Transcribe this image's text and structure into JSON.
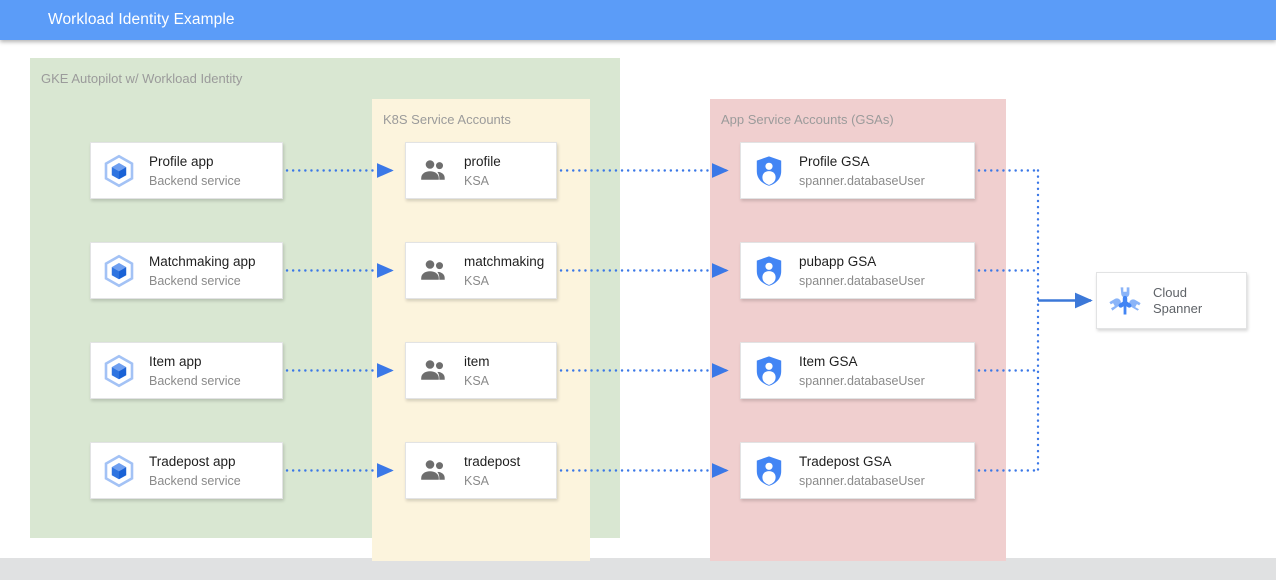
{
  "header": {
    "title": "Workload Identity Example",
    "bg_color": "#5b9cf8",
    "text_color": "#ffffff"
  },
  "groups": {
    "gke": {
      "label": "GKE Autopilot w/ Workload Identity",
      "color": "#d9e7d2"
    },
    "ksa": {
      "label": "K8S Service Accounts",
      "color": "#fcf4dd"
    },
    "gsa": {
      "label": "App Service Accounts (GSAs)",
      "color": "#f0cfcf"
    }
  },
  "apps": [
    {
      "title": "Profile app",
      "sub": "Backend service",
      "icon": "gke-app-icon"
    },
    {
      "title": "Matchmaking app",
      "sub": "Backend service",
      "icon": "gke-app-icon"
    },
    {
      "title": "Item app",
      "sub": "Backend service",
      "icon": "gke-app-icon"
    },
    {
      "title": "Tradepost app",
      "sub": "Backend service",
      "icon": "gke-app-icon"
    }
  ],
  "ksas": [
    {
      "title": "profile",
      "sub": "KSA",
      "icon": "people-icon"
    },
    {
      "title": "matchmaking",
      "sub": "KSA",
      "icon": "people-icon"
    },
    {
      "title": "item",
      "sub": "KSA",
      "icon": "people-icon"
    },
    {
      "title": "tradepost",
      "sub": "KSA",
      "icon": "people-icon"
    }
  ],
  "gsas": [
    {
      "title": "Profile GSA",
      "sub": "spanner.databaseUser",
      "icon": "shield-person-icon"
    },
    {
      "title": "pubapp GSA",
      "sub": "spanner.databaseUser",
      "icon": "shield-person-icon"
    },
    {
      "title": "Item GSA",
      "sub": "spanner.databaseUser",
      "icon": "shield-person-icon"
    },
    {
      "title": "Tradepost GSA",
      "sub": "spanner.databaseUser",
      "icon": "shield-person-icon"
    }
  ],
  "database": {
    "title": "Cloud\nSpanner",
    "title_line1": "Cloud",
    "title_line2": "Spanner",
    "icon": "cloud-spanner-icon"
  },
  "edges": {
    "style": "dotted",
    "color": "#3b78e7",
    "arrow_color": "#3b78e7",
    "solid_link_color": "#3c78d8",
    "app_to_ksa_count": 4,
    "ksa_to_gsa_count": 4,
    "gsa_to_bus_count": 4,
    "bus_to_spanner": 1
  },
  "colors": {
    "accent_blue": "#5b9cf8",
    "icon_blue": "#4285f4",
    "icon_blue_light": "#a3c2f5",
    "icon_gray": "#6e6e6e",
    "card_bg": "#ffffff",
    "footer": "#e0e1e2"
  },
  "footer": {
    "label": ""
  }
}
